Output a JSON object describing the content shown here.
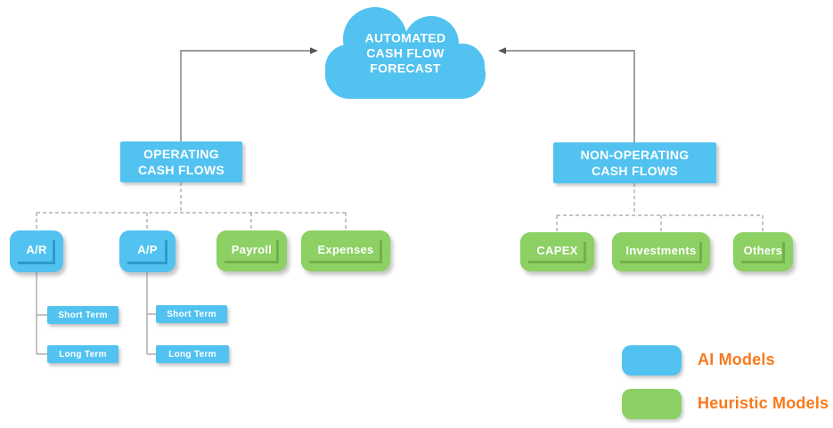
{
  "cloud": {
    "label": "AUTOMATED CASH FLOW FORECAST"
  },
  "branches": {
    "operating": {
      "label": "OPERATING CASH FLOWS"
    },
    "non_operating": {
      "label": "NON-OPERATING CASH FLOWS"
    }
  },
  "operating_children": [
    {
      "label": "A/R",
      "type": "ai"
    },
    {
      "label": "A/P",
      "type": "ai"
    },
    {
      "label": "Payroll",
      "type": "heuristic"
    },
    {
      "label": "Expenses",
      "type": "heuristic"
    }
  ],
  "ar_children": [
    {
      "label": "Short Term"
    },
    {
      "label": "Long Term"
    }
  ],
  "ap_children": [
    {
      "label": "Short Term"
    },
    {
      "label": "Long Term"
    }
  ],
  "non_operating_children": [
    {
      "label": "CAPEX",
      "type": "heuristic"
    },
    {
      "label": "Investments",
      "type": "heuristic"
    },
    {
      "label": "Others",
      "type": "heuristic"
    }
  ],
  "legend": {
    "items": [
      {
        "label": "AI Models",
        "swatch_color": "#52C2F0"
      },
      {
        "label": "Heuristic Models",
        "swatch_color": "#8DD064"
      }
    ]
  },
  "colors": {
    "ai_blue": "#52C2F0",
    "ai_blue_dark": "#2D9BC9",
    "heuristic_green": "#8DD064",
    "heuristic_green_dark": "#72AF4B",
    "legend_text_orange": "#F8791D",
    "connector_solid_gray": "#7a7a7a",
    "connector_dashed_gray": "#a0a0a0"
  }
}
